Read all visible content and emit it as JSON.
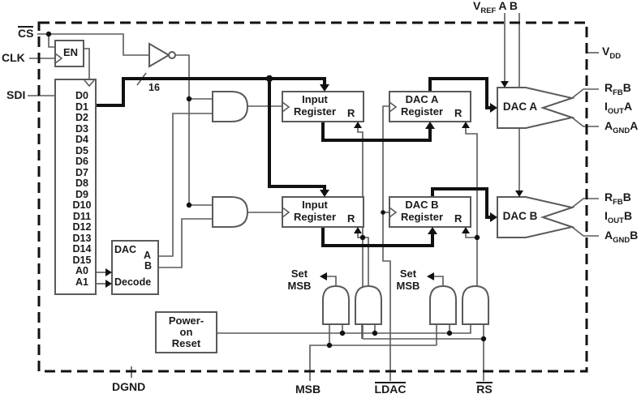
{
  "diagram": {
    "pins": {
      "cs": "CS",
      "clk": "CLK",
      "sdi": "SDI",
      "vref": {
        "main": "V",
        "sub": "REF",
        "suffix": "A B"
      },
      "vdd": {
        "main": "V",
        "sub": "DD"
      },
      "rfb_a": {
        "main": "R",
        "sub": "FB",
        "suffix": "B"
      },
      "iout_a": {
        "main": "I",
        "sub": "OUT",
        "suffix": "A"
      },
      "agnd_a": {
        "main": "A",
        "sub": "GND",
        "suffix": "A"
      },
      "rfb_b": {
        "main": "R",
        "sub": "FB",
        "suffix": "B"
      },
      "iout_b": {
        "main": "I",
        "sub": "OUT",
        "suffix": "B"
      },
      "agnd_b": {
        "main": "A",
        "sub": "GND",
        "suffix": "B"
      },
      "dgnd": "DGND",
      "msb": "MSB",
      "ldac": "LDAC",
      "rs": "RS"
    },
    "blocks": {
      "en": "EN",
      "shift_register": {
        "bits": [
          "D0",
          "D1",
          "D2",
          "D3",
          "D4",
          "D5",
          "D6",
          "D7",
          "D8",
          "D9",
          "D10",
          "D11",
          "D12",
          "D13",
          "D14",
          "D15",
          "A0",
          "A1"
        ]
      },
      "dac_decode": {
        "word1": "DAC",
        "a": "A",
        "b": "B",
        "word2": "Decode"
      },
      "input_register": {
        "line1": "Input",
        "line2": "Register",
        "reset": "R"
      },
      "dac_a_register": {
        "line1": "DAC A",
        "line2": "Register",
        "reset": "R"
      },
      "dac_b_register": {
        "line1": "DAC B",
        "line2": "Register",
        "reset": "R"
      },
      "dac_a": "DAC A",
      "dac_b": "DAC B",
      "power_on_reset": {
        "line1": "Power-",
        "line2": "on",
        "line3": "Reset"
      },
      "set_msb": {
        "line1": "Set",
        "line2": "MSB"
      },
      "bus_width": "16"
    }
  }
}
